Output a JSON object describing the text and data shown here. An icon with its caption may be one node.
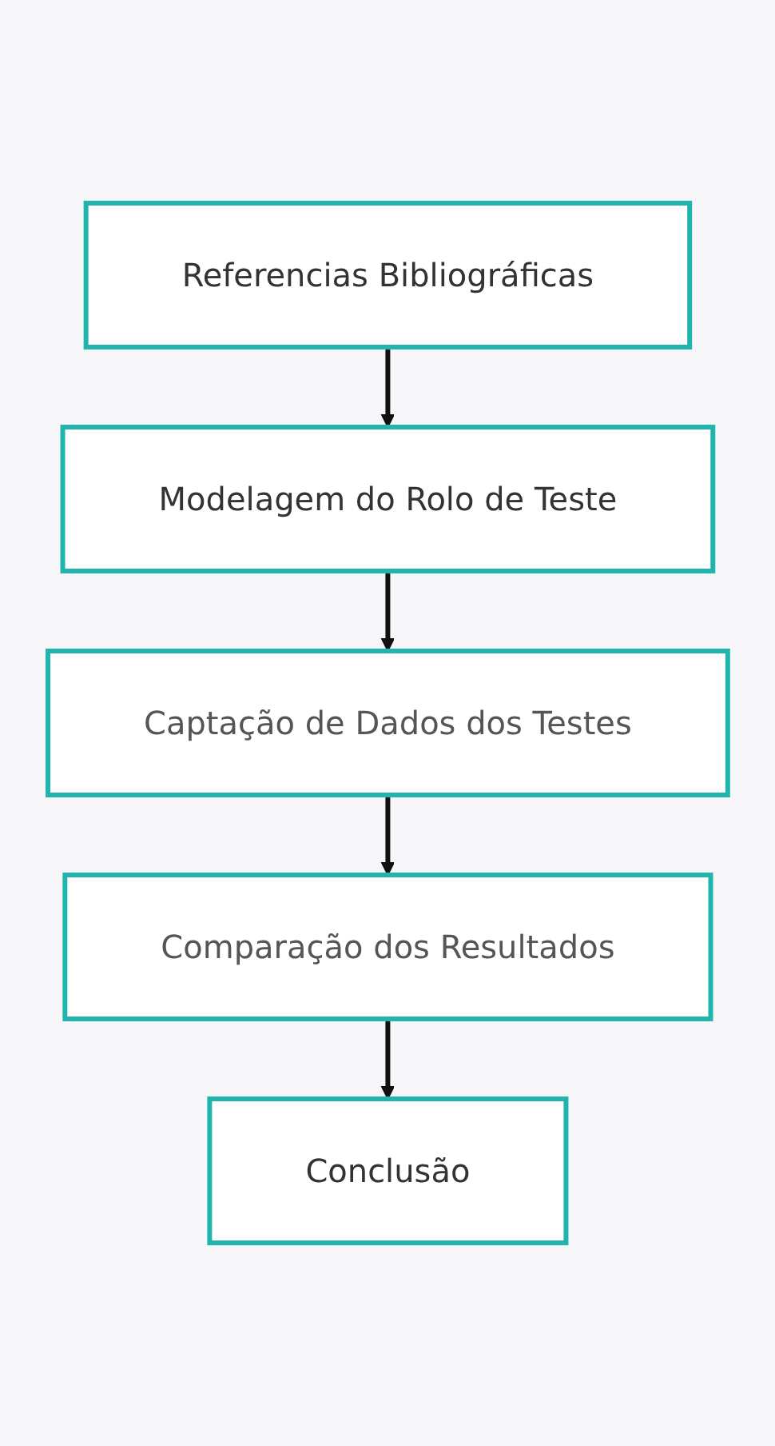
{
  "diagram": {
    "nodes": [
      {
        "text": [
          "Referencias Bibliográficas"
        ]
      },
      {
        "text": [
          "Modelagem do Rolo de Teste"
        ]
      },
      {
        "text": [
          "Captação de Dados dos Testes"
        ]
      },
      {
        "text": [
          "Comparação dos Resultados"
        ]
      },
      {
        "text": [
          "Conclusão"
        ]
      }
    ],
    "edges": [
      {
        "from": 0,
        "to": 1,
        "arrow": "to"
      },
      {
        "from": 1,
        "to": 2,
        "arrow": "to"
      },
      {
        "from": 2,
        "to": 3,
        "arrow": "to"
      },
      {
        "from": 3,
        "to": 4,
        "arrow": "to"
      }
    ]
  }
}
